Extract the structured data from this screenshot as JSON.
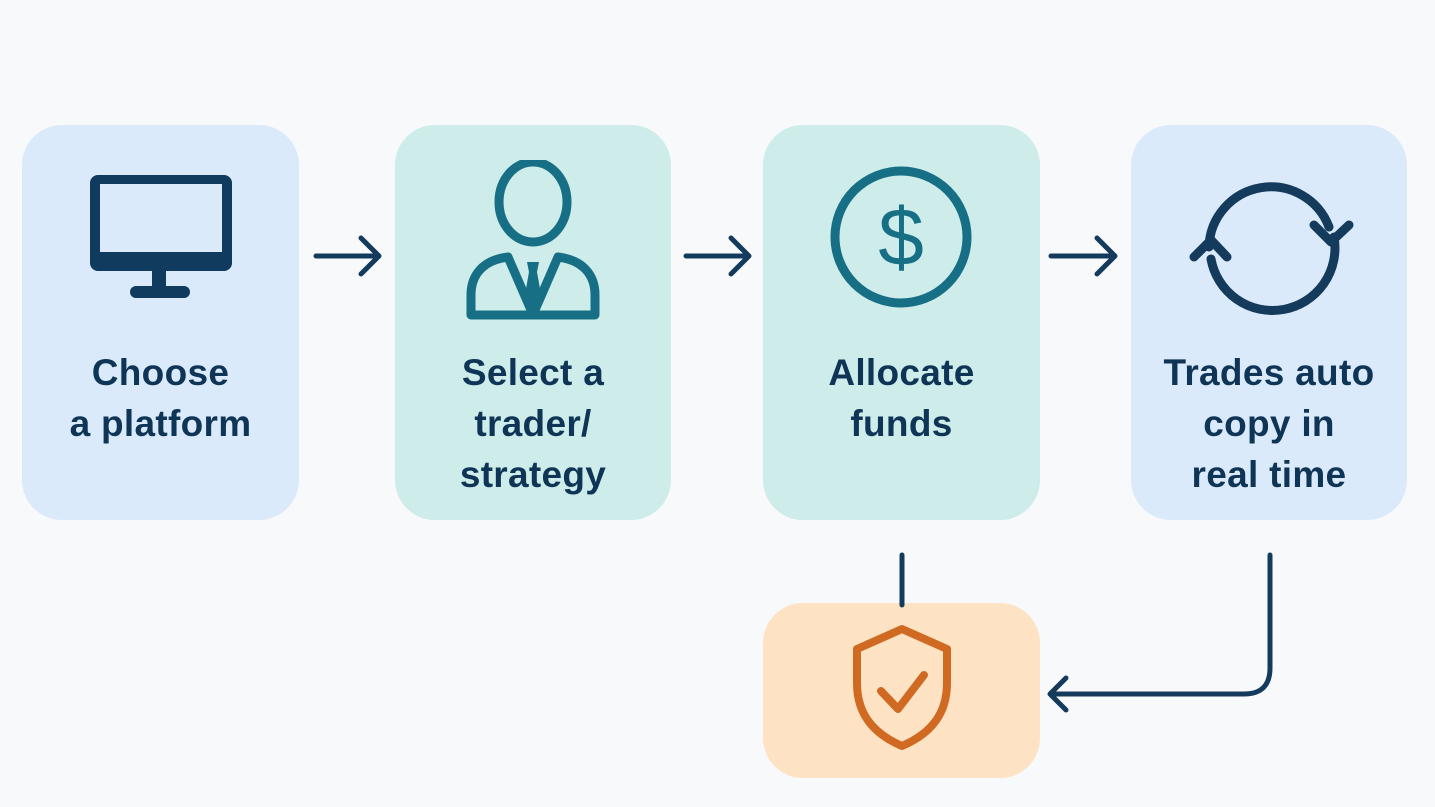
{
  "steps": [
    {
      "lines": [
        "Choose",
        "a platform"
      ],
      "icon": "monitor-icon"
    },
    {
      "lines": [
        "Select a",
        "trader/",
        "strategy"
      ],
      "icon": "trader-icon"
    },
    {
      "lines": [
        "Allocate",
        "funds"
      ],
      "icon": "dollar-coin-icon"
    },
    {
      "lines": [
        "Trades auto",
        "copy in",
        "real time"
      ],
      "icon": "refresh-cycle-icon"
    }
  ],
  "protection": {
    "icon": "shield-check-icon"
  },
  "colors": {
    "navy": "#0f3556",
    "teal": "#176f86",
    "orange": "#d06a22",
    "box_blue": "#dbeafb",
    "box_teal": "#cdecea",
    "box_orange": "#fde2c4"
  }
}
